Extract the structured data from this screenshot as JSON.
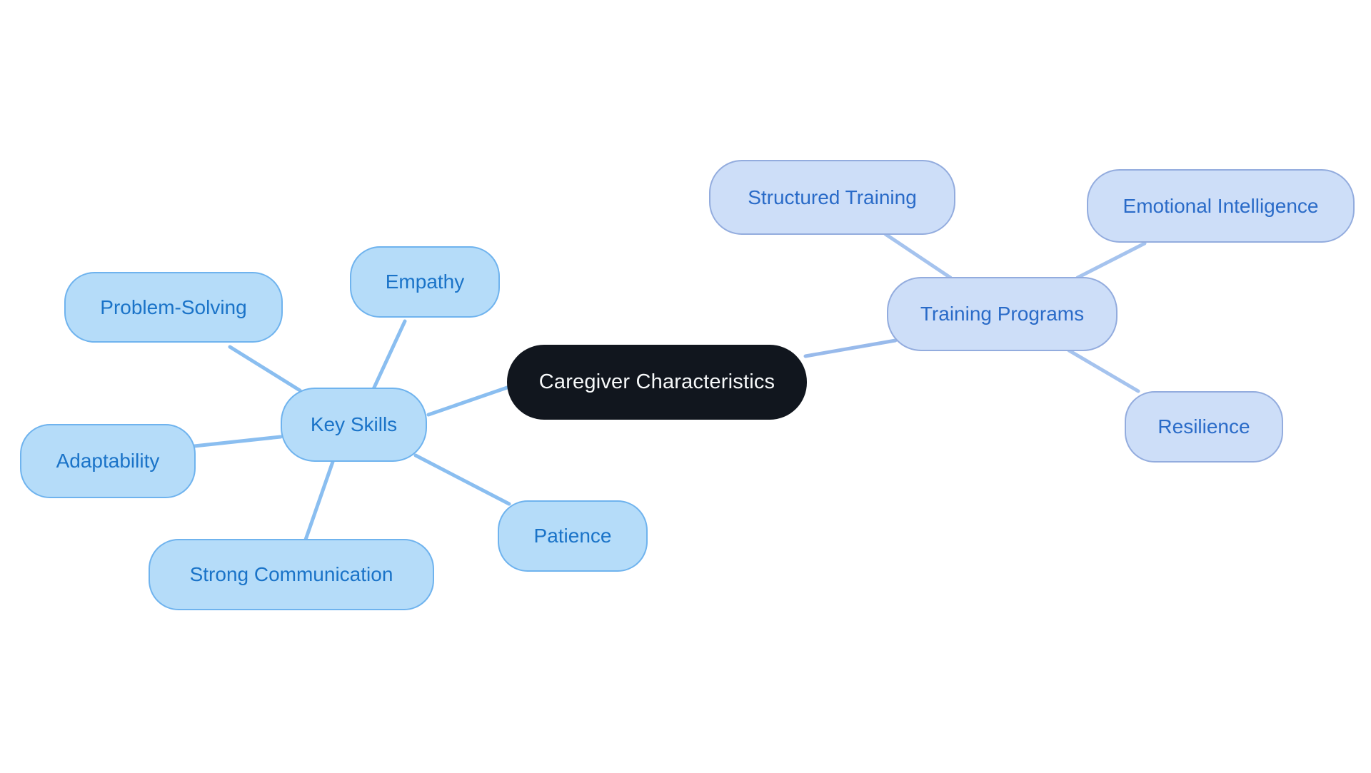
{
  "canvas": {
    "background": "#ffffff"
  },
  "mindmap": {
    "root": {
      "label": "Caregiver Characteristics",
      "fill": "#11161E",
      "text_color": "#F7F9FA"
    },
    "branches": [
      {
        "label": "Key Skills",
        "fill": "#B5DCF9",
        "border": "#6FB3EE",
        "text_color": "#1A73C8",
        "edge_color": "#8ABEF0",
        "root_link_color": "#8ABEF0",
        "children": [
          {
            "label": "Empathy"
          },
          {
            "label": "Problem-Solving"
          },
          {
            "label": "Adaptability"
          },
          {
            "label": "Strong Communication"
          },
          {
            "label": "Patience"
          }
        ]
      },
      {
        "label": "Training Programs",
        "fill": "#CDDEF8",
        "border": "#93ACDE",
        "text_color": "#2A6BC8",
        "edge_color": "#A5C3EE",
        "root_link_color": "#98BAEB",
        "children": [
          {
            "label": "Structured Training"
          },
          {
            "label": "Emotional Intelligence"
          },
          {
            "label": "Resilience"
          }
        ]
      }
    ]
  }
}
